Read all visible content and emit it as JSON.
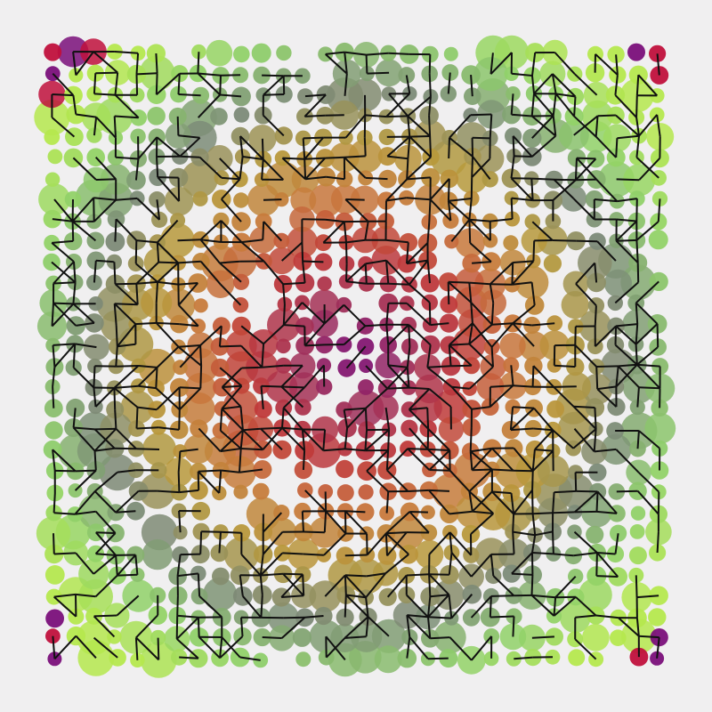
{
  "artwork": {
    "background": "#f0eff0",
    "edge_color": "#111111",
    "palette_by_ring": [
      "#7a0f7a",
      "#a0305a",
      "#c03a3a",
      "#c8793c",
      "#b79a3c",
      "#7c8a78",
      "#8fd06a",
      "#b5e84e",
      "#c0103c"
    ],
    "grid_size": 30,
    "seed": 20231,
    "node_density": 0.94,
    "large_node_ratio": 0.27
  }
}
